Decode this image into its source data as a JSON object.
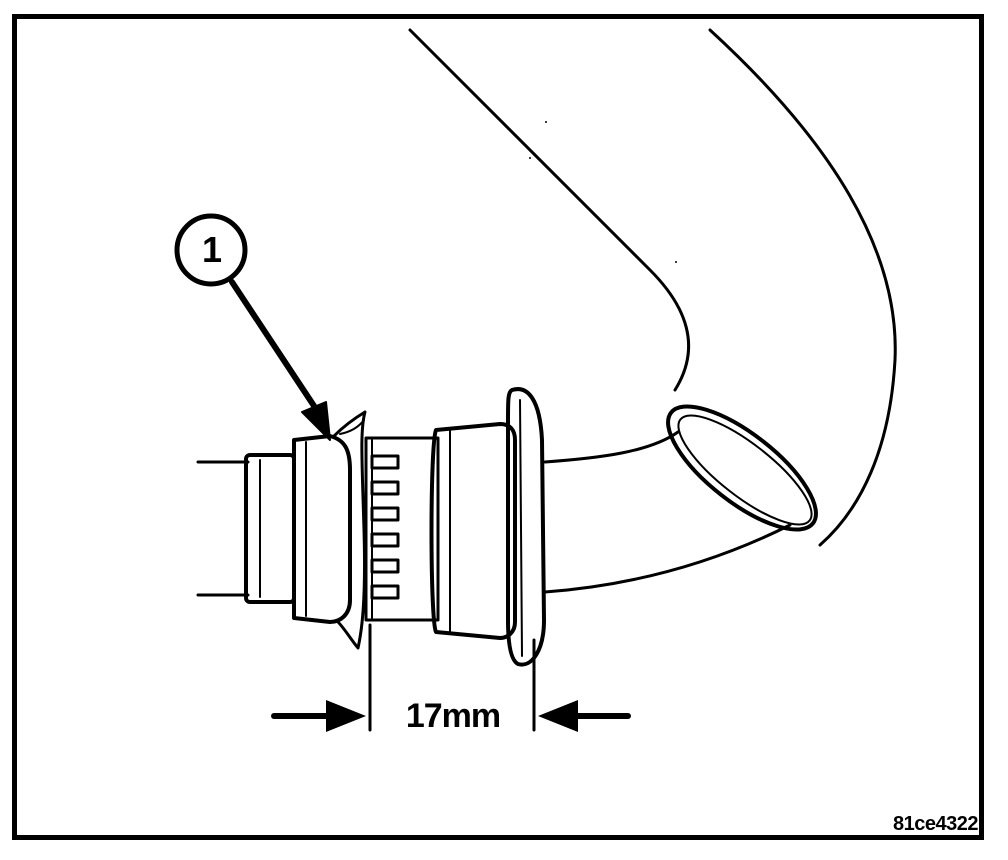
{
  "diagram": {
    "callout_number": "1",
    "dimension_label": "17mm",
    "figure_id": "81ce4322"
  }
}
